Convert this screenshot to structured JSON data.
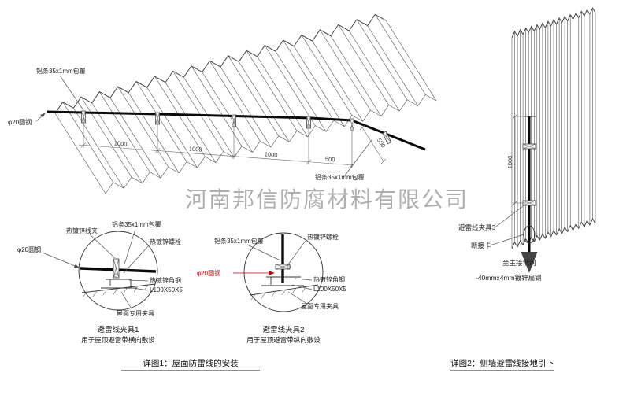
{
  "watermark": "河南邦信防腐材料有限公司",
  "colors": {
    "accent_red": "#c00000",
    "line": "#333333",
    "watermark_gray": "#9c9c9c"
  },
  "roof": {
    "label_strip_top": "铝条35x1mm包覆",
    "label_rod": "φ20圆钢",
    "label_strip_right": "铝条35x1mm包覆",
    "dims": [
      "1000",
      "1000",
      "1000",
      "500"
    ],
    "dim_slope": "500"
  },
  "detail1": {
    "title": "避雷线夹具1",
    "subtitle": "用于屋顶避雷带横向敷设",
    "labels": {
      "wire_clip": "热镀锌线夹",
      "alu_strip": "铝条35x1mm包覆",
      "bolt": "热镀锌螺栓",
      "rod": "φ20圆钢",
      "angle_steel": "热镀锌角钢",
      "angle_spec": "L100X50X5",
      "roof_clamp": "屋面专用夹具"
    }
  },
  "detail2": {
    "title": "避雷线夹具2",
    "subtitle": "用于屋顶避雷带纵向敷设",
    "labels": {
      "alu_strip": "铝条35x1mm包覆",
      "bolt": "热镀锌螺栓",
      "rod": "φ20圆钢",
      "angle_steel": "热镀锌角钢",
      "angle_spec": "L100X50X5",
      "roof_clamp": "屋面专用夹具"
    }
  },
  "wall": {
    "dim": "1000",
    "labels": {
      "clamp3": "避雷线夹具3",
      "disconnect": "断接卡",
      "to_ground": "至主接地网",
      "flat_steel": "-40mmx4mm镀锌扁钢"
    }
  },
  "captions": {
    "detail1": "详图1：屋面防雷线的安装",
    "detail2": "详图2：侧墙避雷线接地引下"
  }
}
